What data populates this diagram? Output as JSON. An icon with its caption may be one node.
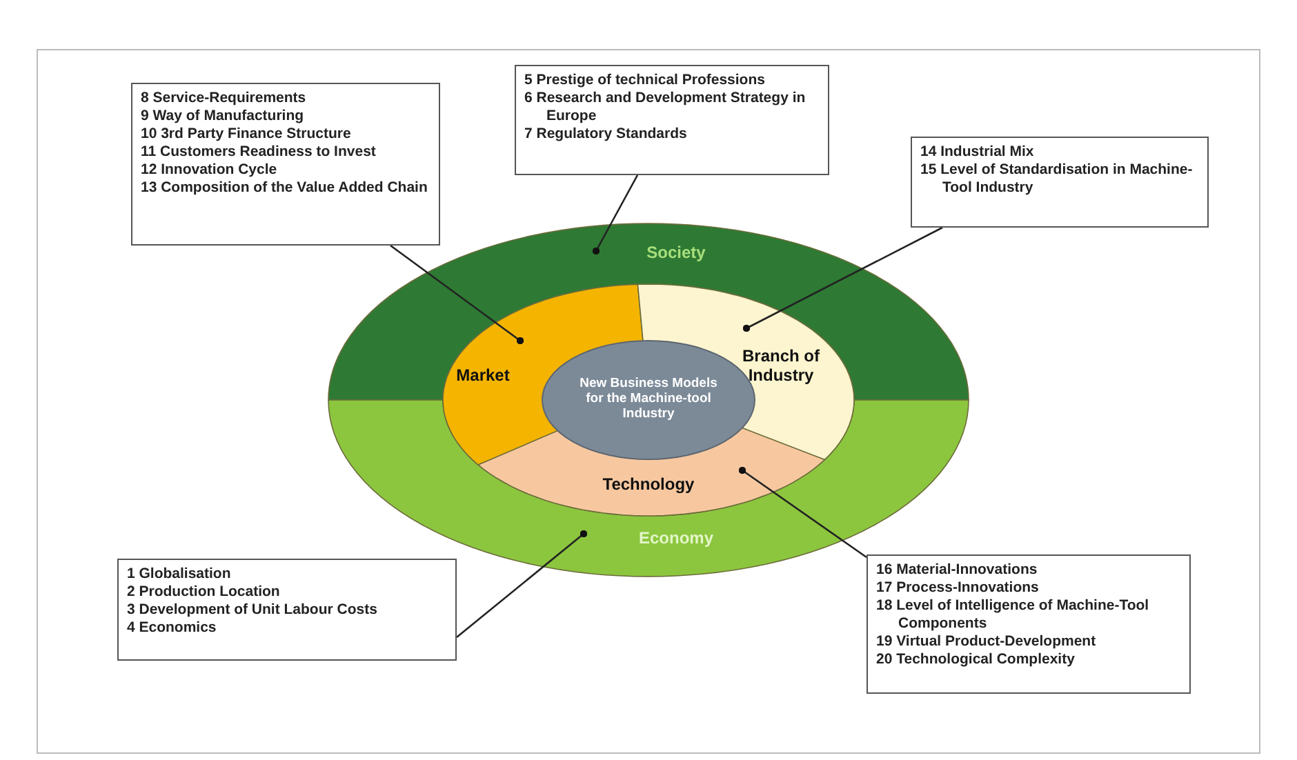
{
  "diagram": {
    "nodes": [
      {
        "text": [
          "5 Prestige of technical Professions",
          "6 Research and Development Strategy in Europe",
          "7 Regulatory Standards"
        ]
      },
      {
        "text": [
          "8 Service-Requirements",
          "9 Way of Manufacturing",
          "10 3rd Party Finance Structure",
          "11 Customers Readiness to Invest",
          "12 Innovation Cycle",
          "13 Composition of the Value Added Chain"
        ]
      },
      {
        "text": [
          "14 Industrial Mix",
          "15 Level of Standardisation in Machine-Tool Industry"
        ]
      },
      {
        "text": [
          "Society"
        ]
      },
      {
        "text": [
          "Market"
        ]
      },
      {
        "text": [
          "New Business Models for the Machine-tool Industry"
        ]
      },
      {
        "text": [
          "Branch of Industry"
        ]
      },
      {
        "text": [
          "Technology"
        ]
      },
      {
        "text": [
          "Economy"
        ]
      },
      {
        "text": [
          "1 Globalisation",
          "2 Production Location",
          "3 Development of Unit Labour Costs",
          "4 Economics"
        ]
      },
      {
        "text": [
          "16 Material-Innovations",
          "17 Process-Innovations",
          "18 Level of Intelligence of Machine-Tool Components",
          "19 Virtual Product-Development",
          "20 Technological Complexity"
        ]
      }
    ],
    "edges": [
      {
        "from": 0,
        "to": 3,
        "arrow": "other"
      },
      {
        "from": 1,
        "to": 4,
        "arrow": "other"
      },
      {
        "from": 2,
        "to": 6,
        "arrow": "other"
      },
      {
        "from": 9,
        "to": 8,
        "arrow": "other"
      },
      {
        "from": 10,
        "to": 7,
        "arrow": "other"
      }
    ]
  }
}
